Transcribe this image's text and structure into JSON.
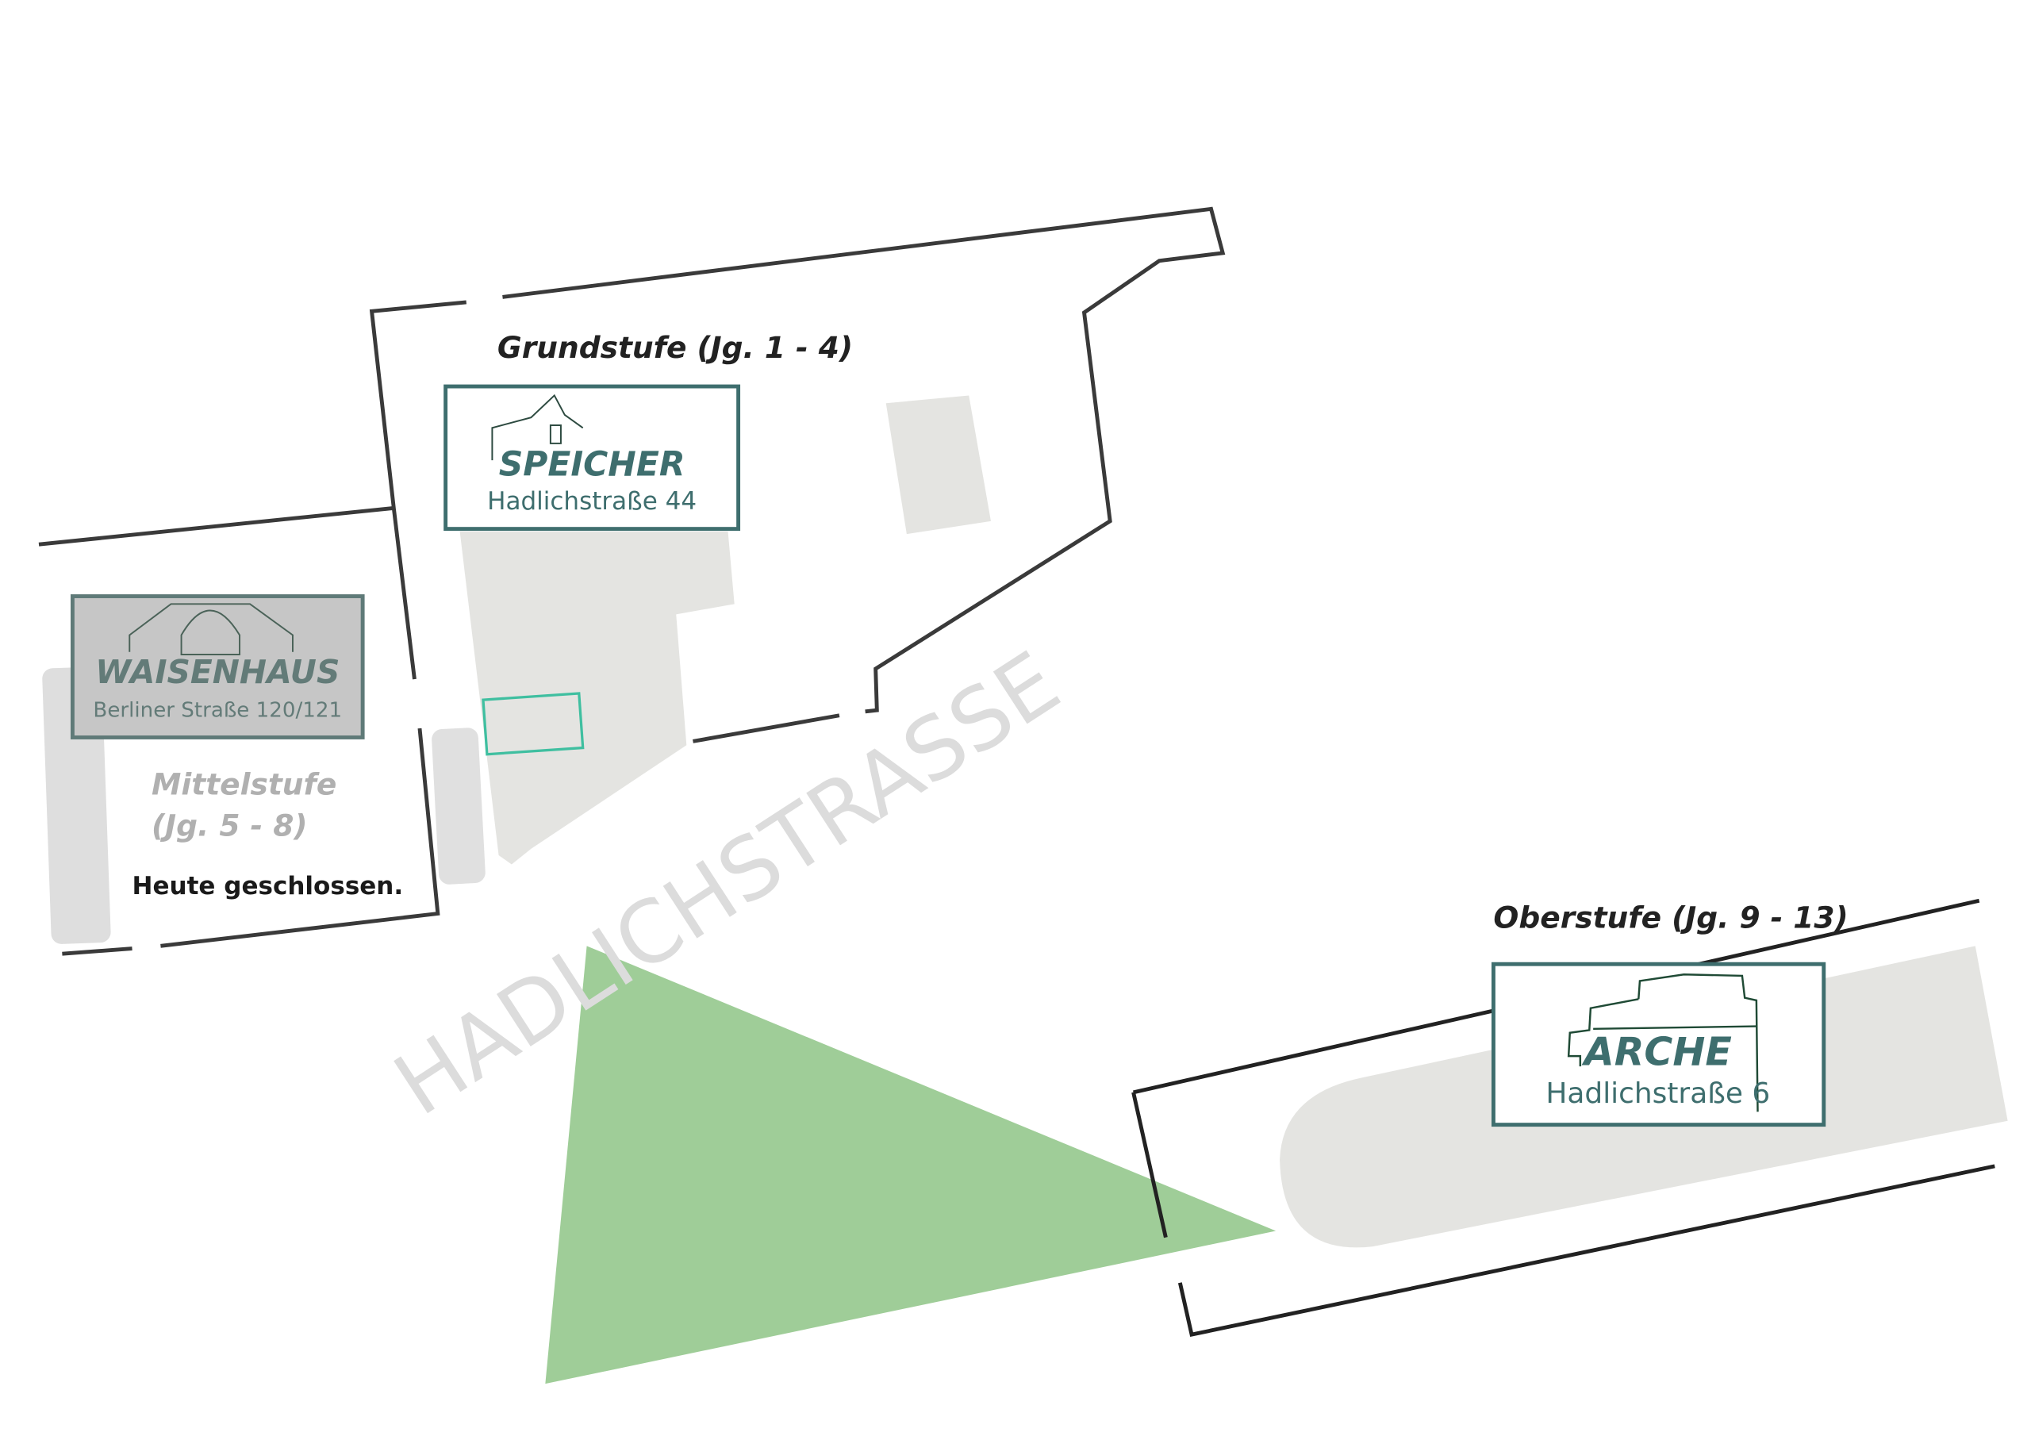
{
  "street": {
    "name": "HADLICHSTRASSE"
  },
  "buildings": [
    {
      "id": "speicher",
      "level": "Grundstufe (Jg. 1 - 4)",
      "name": "SPEICHER",
      "address": "Hadlichstraße 44"
    },
    {
      "id": "waisenhaus",
      "level": "Mittelstufe",
      "level_grades": "(Jg. 5 - 8)",
      "name": "WAISENHAUS",
      "address": "Berliner Straße 120/121",
      "status": "Heute geschlossen."
    },
    {
      "id": "arche",
      "level": "Oberstufe (Jg. 9 - 13)",
      "name": "ARCHE",
      "address": "Hadlichstraße 6"
    }
  ],
  "colors": {
    "frame": "#3e6e6e",
    "green_area": "#9fcd98",
    "ground": "#e4e4e1",
    "closed_fill": "#c6c6c6"
  }
}
